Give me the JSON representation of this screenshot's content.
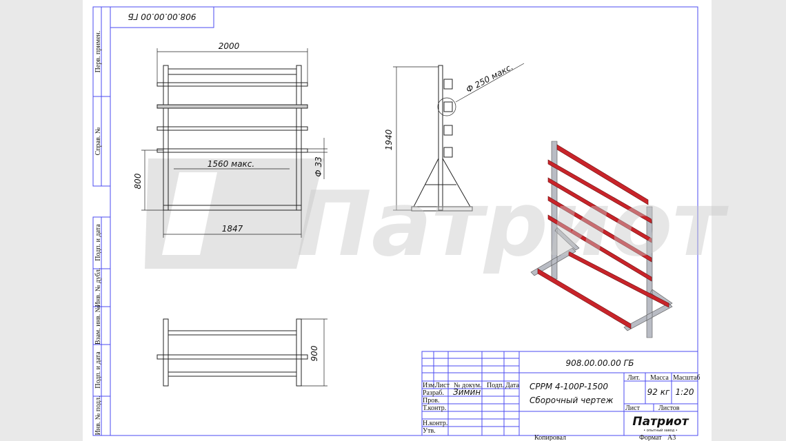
{
  "doc_code": "908.00.00.00 ГБ",
  "doc_code_mirrored": "908.00.00.00 ГБ",
  "watermark": "Патриот",
  "side_labels": [
    "Перв. примен.",
    "Справ. №",
    "Подп. и дата",
    "Инв. № дубл.",
    "Взам. инв. №",
    "Подп. и дата",
    "Инв. № подл."
  ],
  "dimensions": {
    "width": "2000",
    "arm_length": "1560 макс.",
    "height_low": "800",
    "base_width": "1847",
    "arm_dia": "Ф 33",
    "height": "1940",
    "coil_dia": "Ф 250 макс.",
    "depth": "900"
  },
  "title_block": {
    "code": "908.00.00.00 ГБ",
    "name_line1": "СРРМ 4-100Р-1500",
    "name_line2": "Сборочный чертеж",
    "headers": {
      "izm": "Изм.",
      "list": "Лист",
      "doc": "№ докум.",
      "sign": "Подп.",
      "date": "Дата"
    },
    "rows": [
      "Разраб.",
      "Пров.",
      "Т.контр.",
      "",
      "Н.контр.",
      "Утв."
    ],
    "developer": "Зимин",
    "lit_label": "Лит.",
    "mass_label": "Масса",
    "scale_label": "Масштаб",
    "mass": "92 кг",
    "scale": "1:20",
    "sheet_label": "Лист",
    "sheets_label": "Листов",
    "logo": "Патриот",
    "logo_sub": "• опытный завод •",
    "copied": "Копировал",
    "format_label": "Формат",
    "format": "А3"
  }
}
